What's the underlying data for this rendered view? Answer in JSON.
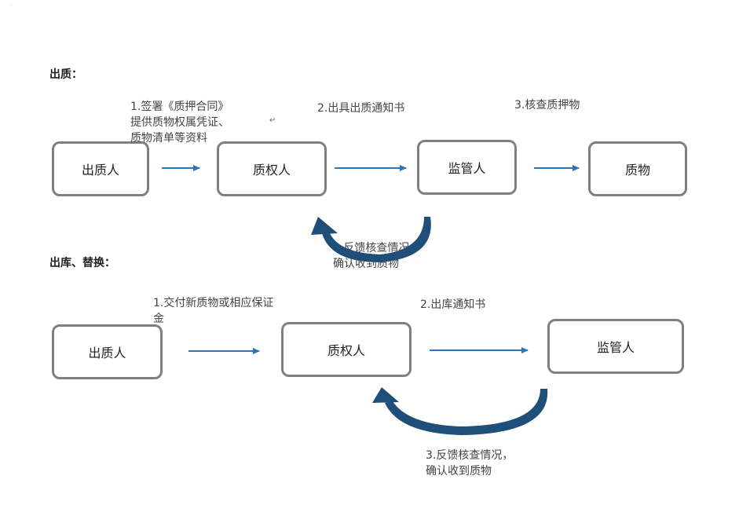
{
  "sections": [
    {
      "title": "出质：",
      "boxes": [
        "出质人",
        "质权人",
        "监管人",
        "质物"
      ],
      "steps": [
        "1.签署《质押合同》\n提供质物权属凭证、\n质物清单等资料",
        "2.出具出质通知书",
        "3.核查质押物",
        "4.反馈核查情况，\n确认收到质物"
      ]
    },
    {
      "title": "出库、替换：",
      "boxes": [
        "出质人",
        "质权人",
        "监管人"
      ],
      "steps": [
        "1.交付新质物或相应保证\n金",
        "2.出库通知书",
        "3.反馈核查情况，\n确认收到质物"
      ]
    }
  ],
  "colors": {
    "arrow": "#2e75b6",
    "curved_arrow": "#1f4e79",
    "box_border": "#7f7f7f"
  },
  "marks": {
    "corner": "'",
    "paragraph": "↵"
  }
}
